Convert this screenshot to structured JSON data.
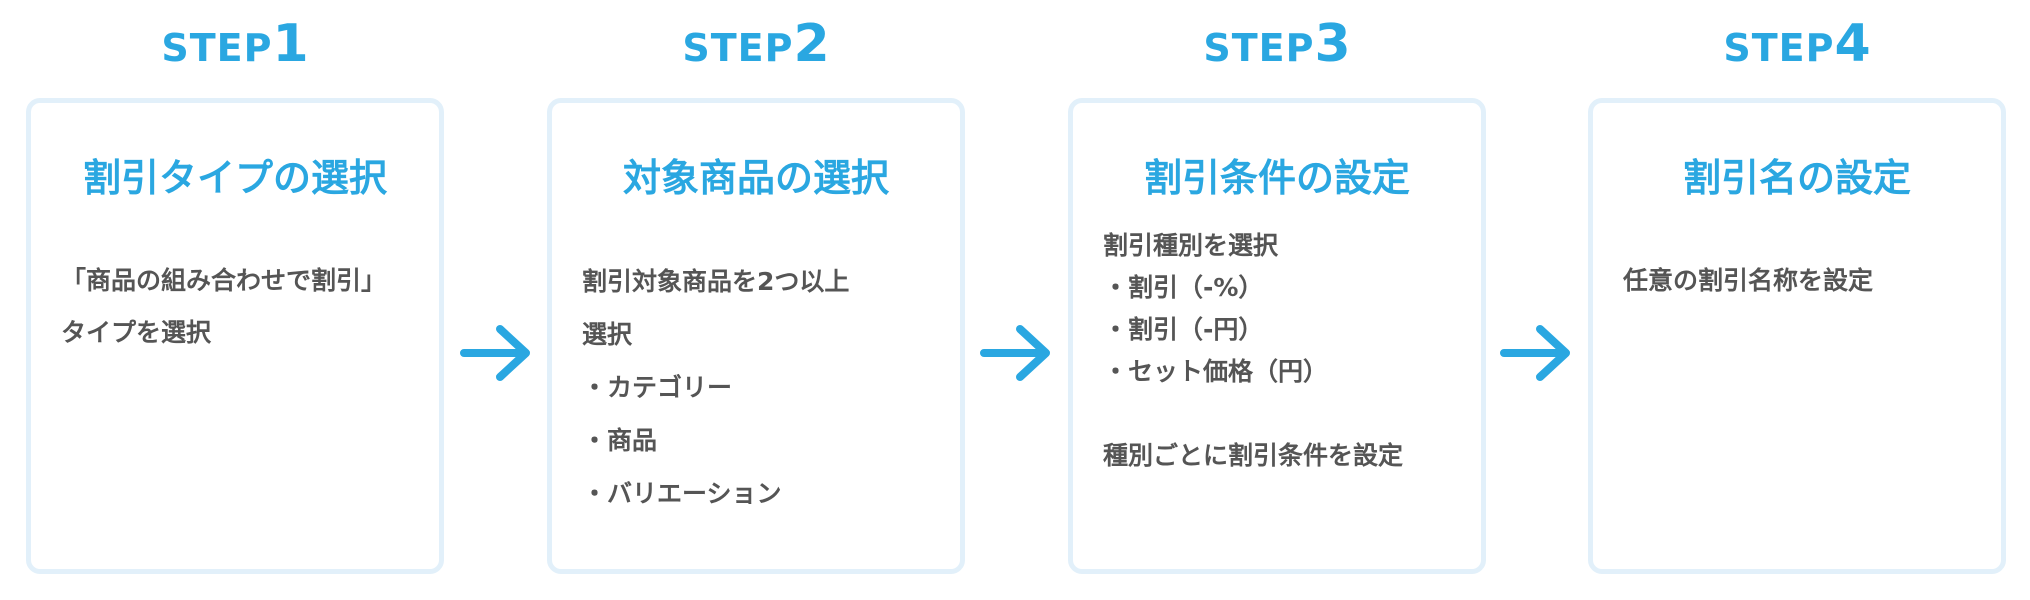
{
  "steps": [
    {
      "step_word": "STEP",
      "step_number": "1",
      "title": "割引タイプの選択",
      "body_lines": [
        "「商品の組み合わせで割引」",
        "タイプを選択"
      ]
    },
    {
      "step_word": "STEP",
      "step_number": "2",
      "title": "対象商品の選択",
      "body_lines": [
        "割引対象商品を2つ以上",
        "選択",
        "・カテゴリー",
        "・商品",
        "・バリエーション"
      ]
    },
    {
      "step_word": "STEP",
      "step_number": "3",
      "title": "割引条件の設定",
      "body_lines": [
        "割引種別を選択",
        "・割引（-%）",
        "・割引（-円）",
        "・セット価格（円）",
        "",
        "種別ごとに割引条件を設定"
      ]
    },
    {
      "step_word": "STEP",
      "step_number": "4",
      "title": "割引名の設定",
      "body_lines": [
        "任意の割引名称を設定"
      ]
    }
  ],
  "colors": {
    "accent": "#2aa7e1",
    "card_border": "#e2f0fa",
    "body_text": "#555555"
  },
  "icons": {
    "connector": "arrow-right-icon"
  }
}
